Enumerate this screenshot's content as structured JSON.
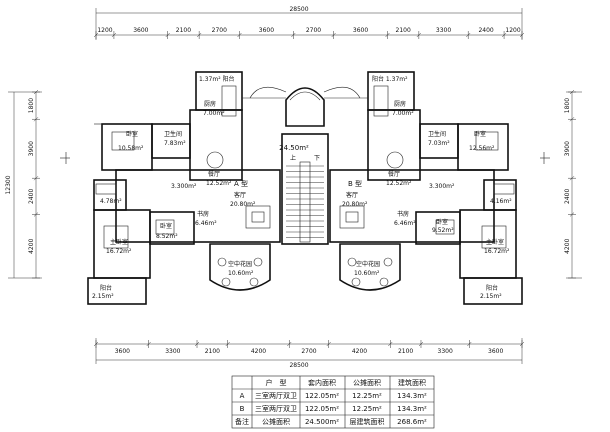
{
  "dims": {
    "top_total": "28500",
    "top": [
      "1200",
      "3600",
      "2100",
      "2700",
      "3600",
      "2700",
      "3600",
      "2100",
      "3300",
      "2400",
      "1200"
    ],
    "bottom": [
      "3600",
      "3300",
      "2100",
      "4200",
      "2700",
      "4200",
      "2100",
      "3300",
      "3600"
    ],
    "bottom_total": "28500",
    "left_total": "12300",
    "left": [
      "1800",
      "3900",
      "2400",
      "4200"
    ],
    "right": [
      "1800",
      "3900",
      "2400",
      "4200"
    ]
  },
  "rooms": {
    "balcony_left": "1.37m² 阳台",
    "balcony_right": "阳台 1.37m²",
    "kitchen_l": "厨房",
    "kitchen_l_area": "7.00m²",
    "kitchen_r": "厨房",
    "kitchen_r_area": "7.00m²",
    "bed_l": "卧室",
    "bed_l_area": "10.58m²",
    "bath_l": "卫生间",
    "bath_l_area": "7.83m²",
    "bed_r": "卧室",
    "bed_r_area": "12.56m²",
    "bath_r": "卫生间",
    "bath_r_area": "7.03m²",
    "stair_area": "24.50m²",
    "stair_up": "上",
    "stair_down": "下",
    "dining_l": "餐厅",
    "dining_l_area": "12.52m²",
    "dining_r": "餐厅",
    "dining_r_area": "12.52m²",
    "hall_l": "3.300m²",
    "hall_r": "3.300m²",
    "type_a": "A 型",
    "type_b": "B 型",
    "living_l": "客厅",
    "living_l_area": "20.80m²",
    "living_r": "客厅",
    "living_r_area": "20.80m²",
    "wc_l_area": "4.78m²",
    "wc_r_area": "4.16m²",
    "study_l": "书房",
    "study_l_area": "6.46m²",
    "study_r": "书房",
    "study_r_area": "6.46m²",
    "bed2_l": "卧室",
    "bed2_l_area": "8.52m²",
    "bed2_r": "卧室",
    "bed2_r_area": "9.52m²",
    "master_l": "主卧室",
    "master_l_area": "16.72m²",
    "master_r": "主卧室",
    "master_r_area": "16.72m²",
    "garden_l": "空中花园",
    "garden_l_area": "10.60m²",
    "garden_r": "空中花园",
    "garden_r_area": "10.60m²",
    "balc2_l": "阳台",
    "balc2_l_area": "2.15m²",
    "balc2_r": "阳台",
    "balc2_r_area": "2.15m²"
  },
  "table": {
    "headers": [
      "户　型",
      "套内面积",
      "公摊面积",
      "建筑面积"
    ],
    "rows": [
      [
        "A",
        "三室两厅双卫",
        "122.05m²",
        "12.25m²",
        "134.3m²"
      ],
      [
        "B",
        "三室两厅双卫",
        "122.05m²",
        "12.25m²",
        "134.3m²"
      ]
    ],
    "note_label": "备注",
    "note_public_label": "公摊面积",
    "note_public_value": "24.500m²",
    "note_total_label": "层建筑面积",
    "note_total_value": "268.6m²"
  }
}
